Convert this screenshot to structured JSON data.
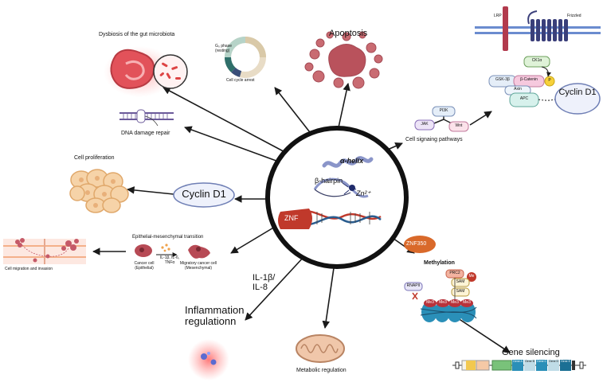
{
  "center": {
    "alpha_helix": "α-helix",
    "beta_hairpin": "β-hairpin",
    "zn_ion": "Zn²⁺",
    "znf": "ZNF"
  },
  "nodes": {
    "dysbiosis": "Dysbiosis of the gut microbiota",
    "cell_cycle_arrest": "Cell cycle arrest",
    "g0_phase": "G₀ phase (resting)",
    "apoptosis": "Apoptosis",
    "dna_damage_repair": "DNA damage repair",
    "cell_proliferation": "Cell proliferation",
    "cyclin_d1": "Cyclin D1",
    "emt": "Epithelial-mesenchymal transition",
    "cancer_cell": "Cancer cell (Epithelial)",
    "il1b_il6_tnfa": "IL-1β, IL-6, TNFα",
    "migratory_cell": "Migratory cancer cell (Mesenchymal)",
    "cell_migration": "Cell migration and invasion",
    "il1b_il8": "IL-1β/ IL-8",
    "inflammation_regulation": "Inflammation regulationn",
    "metabolic_regulation": "Metabolic regulation",
    "cell_signaling": "Cell signaing pathways",
    "znf350": "ZNF350",
    "methylation": "Methylation",
    "gene_silencing": "Gene silencing"
  },
  "signaling": {
    "lrp": "LRP",
    "frizzled": "Frizzled",
    "ck1a": "CK1α",
    "gsk3b": "GSK-3β",
    "beta_catenin": "β-Catenin",
    "p": "P",
    "axin": "Axin",
    "apc": "APC",
    "cyclin_d1": "Cyclin D1",
    "pi3k": "PI3K",
    "jak": "JAK",
    "wnt": "Wnt"
  },
  "methylation_detail": {
    "prc2": "PRC2",
    "me": "Me",
    "sam1": "SAM",
    "sam2": "SAM",
    "rnapii": "RNAPII",
    "me3": [
      "Me3",
      "Me3",
      "Me3",
      "Me3"
    ]
  },
  "genes": [
    "Gene A",
    "Gene B",
    "Gene C",
    "Gene D",
    "Gene E"
  ],
  "colors": {
    "ring": "#111111",
    "arrow": "#1a1a1a",
    "znf_red": "#c0392b",
    "cyclin_fill": "#eef1fb",
    "cyclin_stroke": "#6f7fb5",
    "helix_blue": "#8a95c9",
    "znf350_orange": "#d9692a",
    "nucleosome": "#2a8fb8"
  }
}
